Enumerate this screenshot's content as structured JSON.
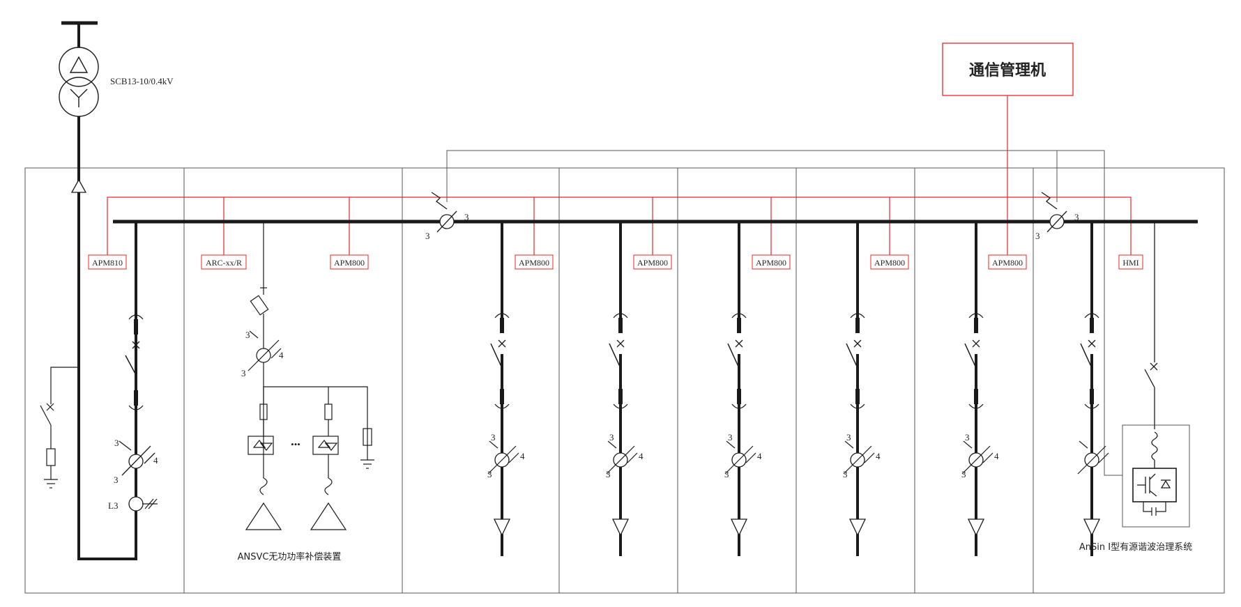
{
  "transformer": {
    "label": "SCB13-10/0.4kV"
  },
  "comm_manager": {
    "label": "通信管理机"
  },
  "meters": [
    {
      "label": "APM810"
    },
    {
      "label": "ARC-xx/R"
    },
    {
      "label": "APM800"
    },
    {
      "label": "APM800"
    },
    {
      "label": "APM800"
    },
    {
      "label": "APM800"
    },
    {
      "label": "APM800"
    },
    {
      "label": "APM800"
    },
    {
      "label": "HMI"
    }
  ],
  "ct_marks": {
    "three": "3",
    "four": "4",
    "l3": "L3"
  },
  "captions": {
    "svc": "ANSVC无功功率补偿装置",
    "apf": "AnSin I型有源谐波治理系统"
  },
  "ellipsis": "•••",
  "colors": {
    "bus": "#1a1a1a",
    "comm": "#e8262a",
    "thin": "#555555"
  }
}
